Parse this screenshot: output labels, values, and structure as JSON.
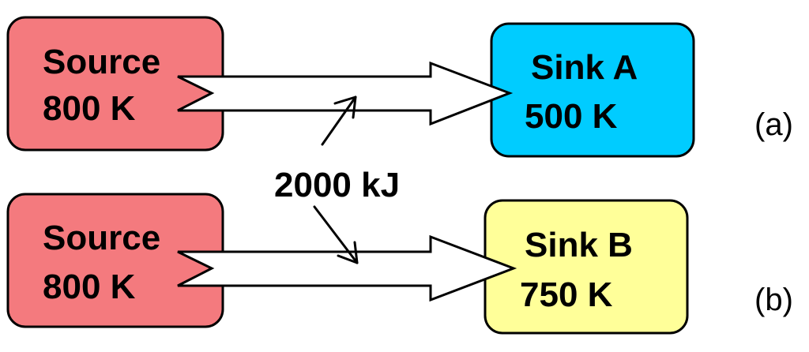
{
  "colors": {
    "source_fill": "#F47A7E",
    "sink_a_fill": "#00CCFF",
    "sink_b_fill": "#FFFF99",
    "outline": "#000000",
    "arrow_fill": "#FFFFFF"
  },
  "scenario_a": {
    "source": {
      "name": "Source",
      "temperature": "800 K"
    },
    "sink": {
      "name": "Sink A",
      "temperature": "500 K"
    },
    "label": "(a)"
  },
  "scenario_b": {
    "source": {
      "name": "Source",
      "temperature": "800 K"
    },
    "sink": {
      "name": "Sink B",
      "temperature": "750 K"
    },
    "label": "(b)"
  },
  "heat_transfer": {
    "label": "2000 kJ"
  }
}
